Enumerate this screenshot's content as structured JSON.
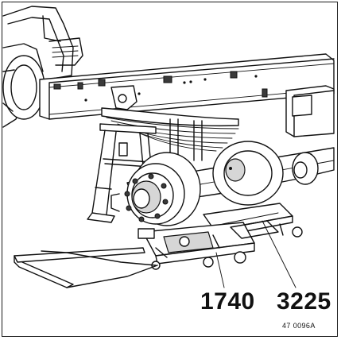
{
  "callouts": [
    {
      "id": "jack",
      "label": "1740"
    },
    {
      "id": "adapter",
      "label": "3225"
    }
  ],
  "figure_code": "47 0096A"
}
